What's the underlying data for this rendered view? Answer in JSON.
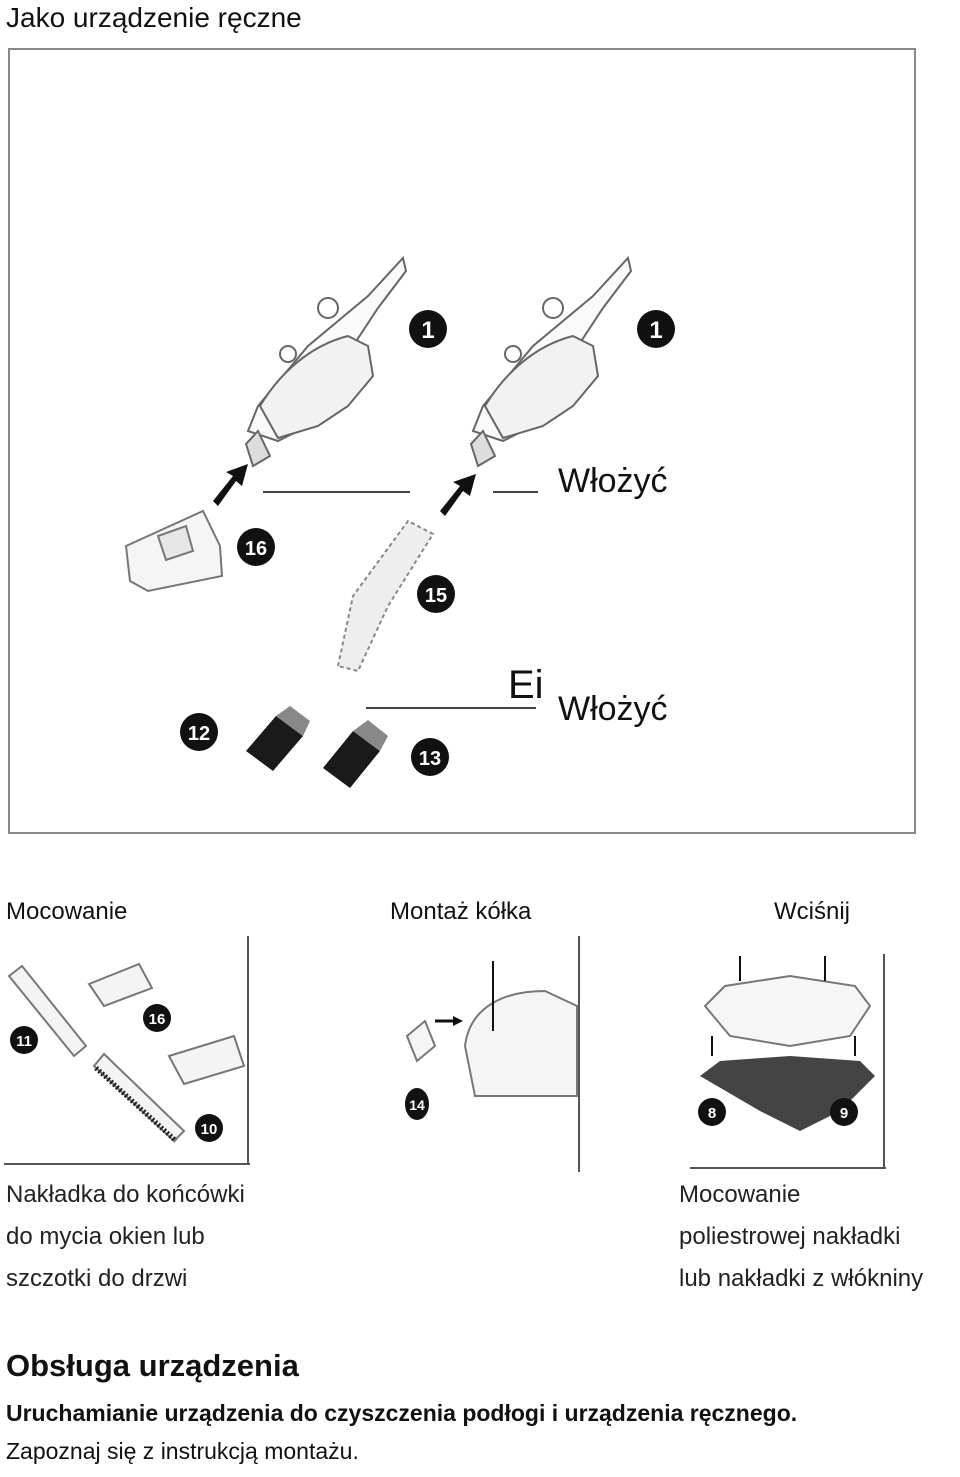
{
  "page": {
    "title": "Jako urządzenie ręczne"
  },
  "main_figure": {
    "caption_insert_top": "Włożyć",
    "caption_insert_bottom": "Włożyć",
    "fragment_text": "Ei",
    "badges": [
      "1",
      "1",
      "16",
      "15",
      "12",
      "13"
    ]
  },
  "small_figures": {
    "label_attach": "Mocowanie",
    "label_wheel": "Montaż kółka",
    "label_press": "Wciśnij",
    "badges_attach": [
      "16",
      "11",
      "10"
    ],
    "badges_wheel": [
      "14"
    ],
    "badges_press": [
      "8",
      "9"
    ]
  },
  "descriptions": {
    "left": [
      "Nakładka do końcówki",
      "do mycia okien lub",
      "szczotki do drzwi"
    ],
    "right": [
      "Mocowanie",
      "poliestrowej nakładki",
      "lub nakładki z włókniny"
    ]
  },
  "section": {
    "title": "Obsługa urządzenia",
    "subtitle": "Uruchamianie urządzenia do czyszczenia podłogi i urządzenia ręcznego.",
    "body": "Zapoznaj się z instrukcją montażu."
  }
}
